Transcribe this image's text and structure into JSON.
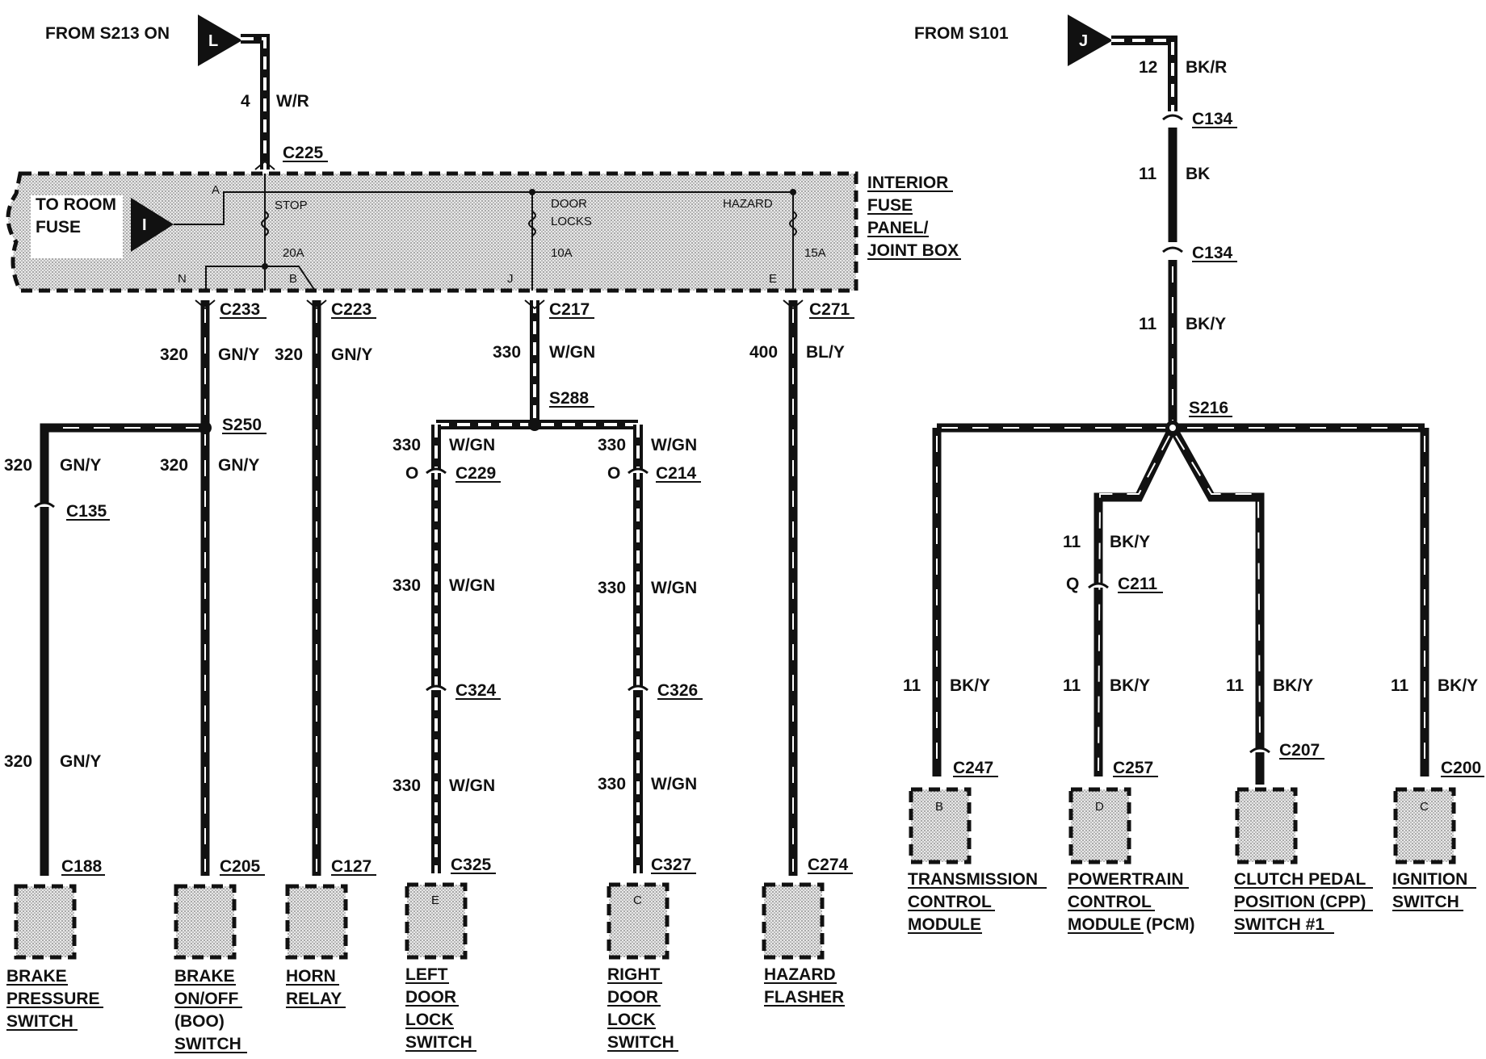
{
  "sources": {
    "left_label": "FROM S213 ON",
    "left_tag": "L",
    "right_label": "FROM S101",
    "right_tag": "J"
  },
  "fuse_panel": {
    "title_lines": [
      "INTERIOR",
      "FUSE",
      "PANEL/",
      "JOINT BOX"
    ],
    "to_room_fuse": [
      "TO ROOM",
      "FUSE"
    ],
    "room_tag": "I",
    "pin_a": "A",
    "pin_n": "N",
    "pin_b": "B",
    "pin_j": "J",
    "pin_e": "E",
    "fuse_stop": "STOP",
    "fuse_stop_amp": "20A",
    "fuse_door": [
      "DOOR",
      "LOCKS"
    ],
    "fuse_door_amp": "10A",
    "fuse_hazard": "HAZARD",
    "fuse_hazard_amp": "15A"
  },
  "labels": {
    "c225": "C225",
    "c233": "C233",
    "c223": "C223",
    "c217": "C217",
    "c271": "C271",
    "s250": "S250",
    "s288": "S288",
    "s216": "S216",
    "c135": "C135",
    "c229": "C229",
    "c214": "C214",
    "c324": "C324",
    "c326": "C326",
    "c188": "C188",
    "c205": "C205",
    "c127": "C127",
    "c325": "C325",
    "c327": "C327",
    "c274": "C274",
    "c134a": "C134",
    "c134b": "C134",
    "c211": "C211",
    "c207": "C207",
    "c247": "C247",
    "c257": "C257",
    "c200": "C200",
    "pin_o1": "O",
    "pin_o2": "O",
    "pin_q": "Q",
    "pin_e": "E",
    "pin_c": "C",
    "pin_b": "B",
    "pin_d": "D",
    "pin_c2": "C"
  },
  "wires": {
    "w_top_num": "4",
    "w_top_col": "W/R",
    "c233_num": "320",
    "c233_col": "GN/Y",
    "c223_num": "320",
    "c223_col": "GN/Y",
    "c217_num": "330",
    "c217_col": "W/GN",
    "c271_num": "400",
    "c271_col": "BL/Y",
    "s250l_num": "320",
    "s250l_col": "GN/Y",
    "s250r_num": "320",
    "s250r_col": "GN/Y",
    "brake_num": "320",
    "brake_col": "GN/Y",
    "s288l_num": "330",
    "s288l_col": "W/GN",
    "s288r_num": "330",
    "s288r_col": "W/GN",
    "ldl1_num": "330",
    "ldl1_col": "W/GN",
    "ldl2_num": "330",
    "ldl2_col": "W/GN",
    "rdl1_num": "330",
    "rdl1_col": "W/GN",
    "rdl2_num": "330",
    "rdl2_col": "W/GN",
    "j1_num": "12",
    "j1_col": "BK/R",
    "j2_num": "11",
    "j2_col": "BK",
    "j3_num": "11",
    "j3_col": "BK/Y",
    "pcm_up_num": "11",
    "pcm_up_col": "BK/Y",
    "tcm_num": "11",
    "tcm_col": "BK/Y",
    "pcm_num": "11",
    "pcm_col": "BK/Y",
    "cpp_num": "11",
    "cpp_col": "BK/Y",
    "ign_num": "11",
    "ign_col": "BK/Y"
  },
  "components": {
    "brake_pressure": [
      "BRAKE",
      "PRESSURE",
      "SWITCH"
    ],
    "boo": [
      "BRAKE",
      "ON/OFF",
      "(BOO)",
      "SWITCH"
    ],
    "horn": [
      "HORN",
      "RELAY"
    ],
    "left_door": [
      "LEFT",
      "DOOR",
      "LOCK",
      "SWITCH"
    ],
    "right_door": [
      "RIGHT",
      "DOOR",
      "LOCK",
      "SWITCH"
    ],
    "hazard": [
      "HAZARD",
      "FLASHER"
    ],
    "tcm": [
      "TRANSMISSION",
      "CONTROL",
      "MODULE"
    ],
    "pcm": [
      "POWERTRAIN",
      "CONTROL",
      "MODULE (PCM)"
    ],
    "cpp": [
      "CLUTCH PEDAL",
      "POSITION (CPP)",
      "SWITCH #1"
    ],
    "ignition": [
      "IGNITION",
      "SWITCH"
    ]
  }
}
